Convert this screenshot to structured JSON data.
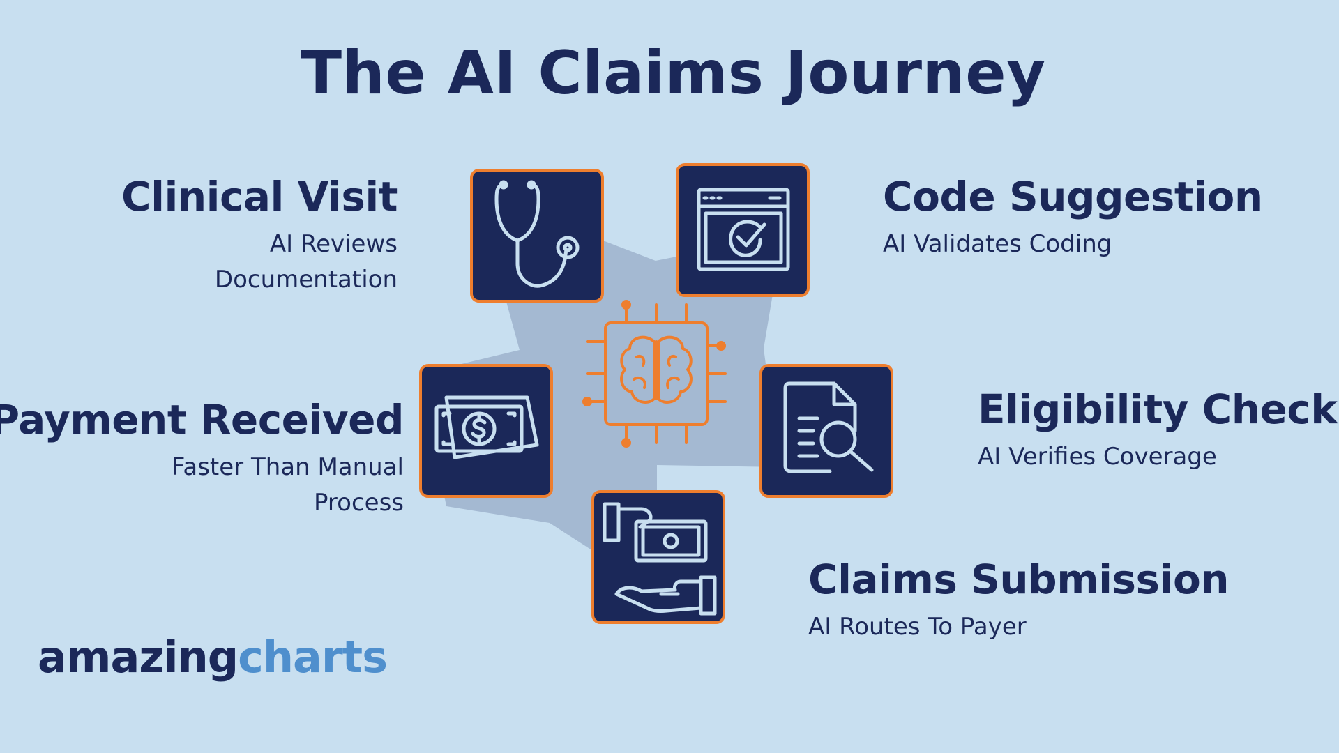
{
  "title": "The AI Claims Journey",
  "steps": {
    "clinical_visit": {
      "title": "Clinical Visit",
      "desc_line1": "AI Reviews",
      "desc_line2": "Documentation",
      "icon": "stethoscope-icon"
    },
    "code_suggestion": {
      "title": "Code Suggestion",
      "desc_line1": "AI Validates Coding",
      "icon": "window-checkmark-icon"
    },
    "eligibility_check": {
      "title": "Eligibility Check",
      "desc_line1": "AI Verifies Coverage",
      "icon": "document-search-icon"
    },
    "claims_submission": {
      "title": "Claims Submission",
      "desc_line1": "AI Routes To Payer",
      "icon": "hand-money-icon"
    },
    "payment_received": {
      "title": "Payment Received",
      "desc_line1": "Faster Than Manual",
      "desc_line2": "Process",
      "icon": "cash-bills-icon"
    }
  },
  "center_icon": "ai-brain-chip-icon",
  "logo": {
    "part1": "amazing",
    "part2": "charts"
  },
  "colors": {
    "background": "#c8dff0",
    "navy": "#1b2859",
    "orange": "#ee7e2e",
    "icon_line": "#c8dff0",
    "gear": "#a4b9d2",
    "logo_blue": "#4f8fcd"
  }
}
